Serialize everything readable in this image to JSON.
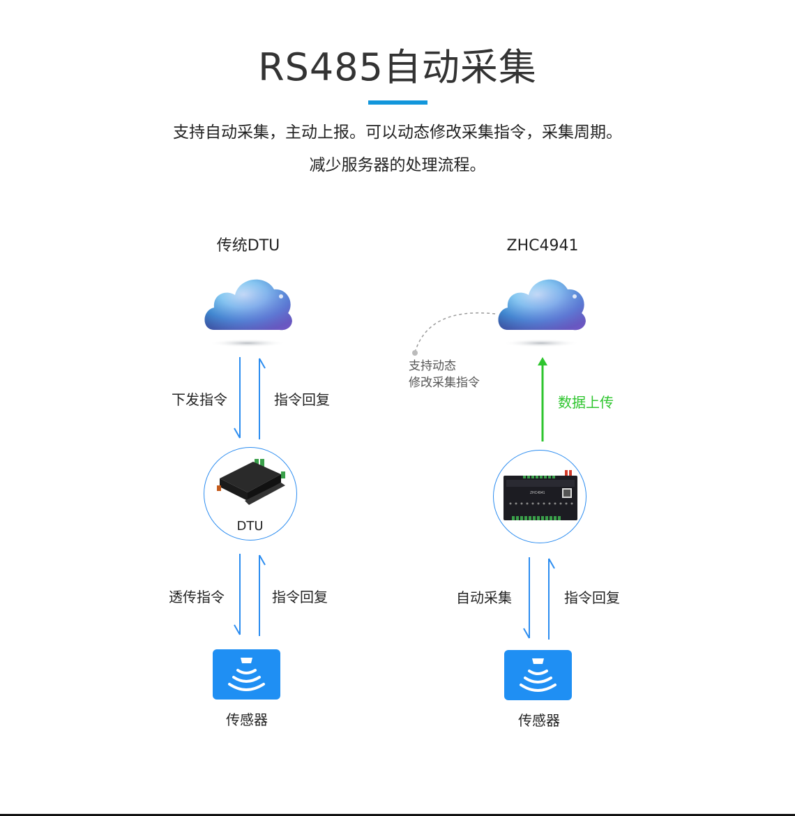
{
  "header": {
    "title": "RS485自动采集",
    "subtitle_line1": "支持自动采集，主动上报。可以动态修改采集指令，采集周期。",
    "subtitle_line2": "减少服务器的处理流程。"
  },
  "left": {
    "title": "传统DTU",
    "arrow_down_label_1": "下发指令",
    "arrow_up_label_1": "指令回复",
    "device_label": "DTU",
    "arrow_down_label_2": "透传指令",
    "arrow_up_label_2": "指令回复",
    "sensor_label": "传感器"
  },
  "right": {
    "title": "ZHC4941",
    "dynamic_note_line1": "支持动态",
    "dynamic_note_line2": "修改采集指令",
    "upload_label": "数据上传",
    "arrow_down_label": "自动采集",
    "arrow_up_label": "指令回复",
    "sensor_label": "传感器",
    "device_text": "ZHC4941"
  },
  "colors": {
    "accent_blue": "#1296db",
    "arrow_blue": "#2b8cf0",
    "upload_green": "#2ec52e",
    "sensor_blue": "#1f8ff3"
  }
}
